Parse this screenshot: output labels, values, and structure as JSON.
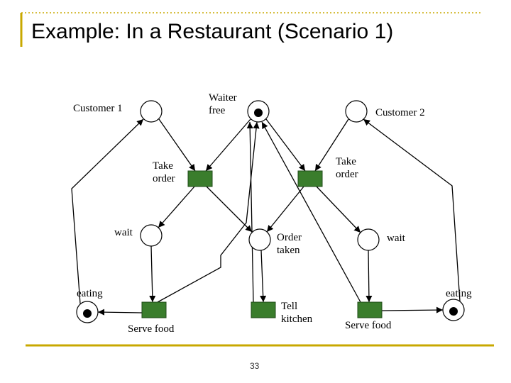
{
  "slide": {
    "title": "Example: In a Restaurant (Scenario 1)",
    "page_number": "33"
  },
  "colors": {
    "accent_rule": "#c8a800",
    "transition_fill": "#3a7d2c",
    "transition_stroke": "#1f4a17"
  },
  "places": [
    {
      "id": "customer1",
      "label": "Customer 1",
      "tokens": 0
    },
    {
      "id": "waiter-free",
      "label": "Waiter\nfree",
      "tokens": 1
    },
    {
      "id": "customer2",
      "label": "Customer 2",
      "tokens": 0
    },
    {
      "id": "wait1",
      "label": "wait",
      "tokens": 0
    },
    {
      "id": "order-taken",
      "label": "Order\ntaken",
      "tokens": 0
    },
    {
      "id": "wait2",
      "label": "wait",
      "tokens": 0
    },
    {
      "id": "eating1",
      "label": "eating",
      "tokens": 1
    },
    {
      "id": "eating2",
      "label": "eating",
      "tokens": 1
    }
  ],
  "transitions": [
    {
      "id": "take-order1",
      "label": "Take\norder"
    },
    {
      "id": "take-order2",
      "label": "Take\norder"
    },
    {
      "id": "tell-kitchen",
      "label": "Tell\nkitchen"
    },
    {
      "id": "serve-food1",
      "label": "Serve food"
    },
    {
      "id": "serve-food2",
      "label": "Serve food"
    }
  ]
}
